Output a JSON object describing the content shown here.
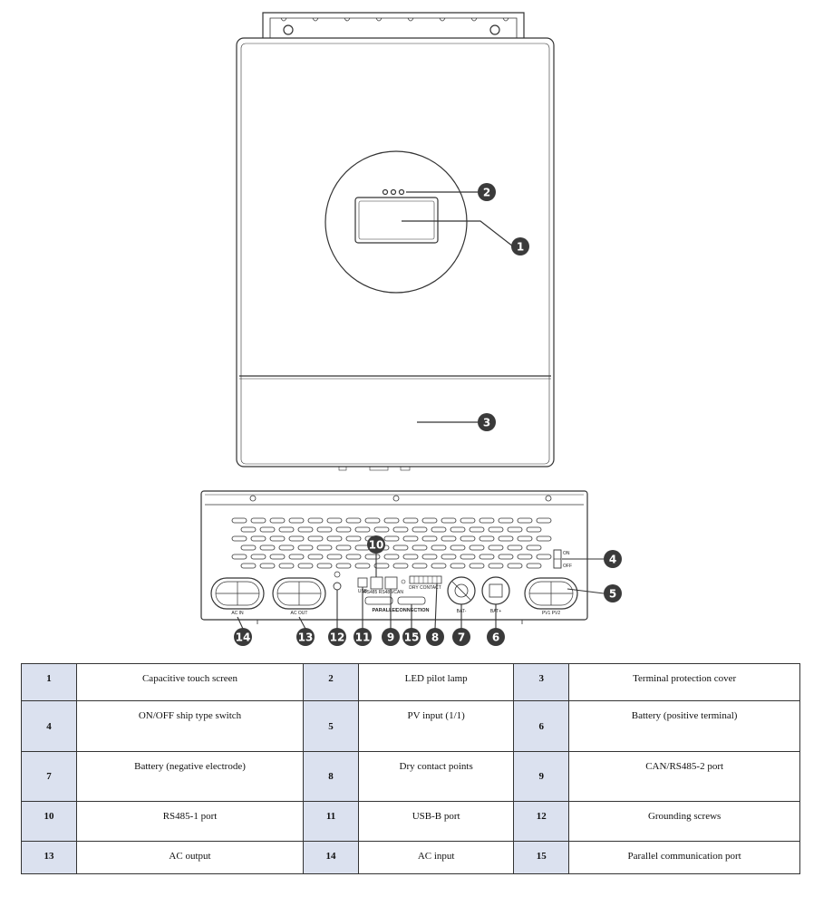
{
  "device": {
    "switch_on_label": "ON",
    "switch_off_label": "OFF",
    "port_labels": {
      "ac_in": "AC IN",
      "ac_out": "AC OUT",
      "parallel": "PARALLEL",
      "connection": "CONNECTION",
      "bat_neg": "BAT-",
      "bat_pos": "BAT+",
      "pv": "PV1  PV2",
      "usb": "USB",
      "rs485_can": "RS485  RS485/CAN",
      "dry_contact": "DRY CONTACT"
    }
  },
  "callouts": [
    "1",
    "2",
    "3",
    "4",
    "5",
    "6",
    "7",
    "8",
    "9",
    "10",
    "11",
    "12",
    "13",
    "14",
    "15"
  ],
  "legend": [
    [
      {
        "num": "1",
        "desc": "Capacitive touch screen"
      },
      {
        "num": "2",
        "desc": "LED pilot lamp"
      },
      {
        "num": "3",
        "desc": "Terminal protection cover"
      }
    ],
    [
      {
        "num": "4",
        "desc": "ON/OFF ship type switch"
      },
      {
        "num": "5",
        "desc": "PV input (1/1)"
      },
      {
        "num": "6",
        "desc": "Battery (positive terminal)"
      }
    ],
    [
      {
        "num": "7",
        "desc": "Battery (negative electrode)"
      },
      {
        "num": "8",
        "desc": "Dry contact points"
      },
      {
        "num": "9",
        "desc": "CAN/RS485-2 port"
      }
    ],
    [
      {
        "num": "10",
        "desc": "RS485-1 port"
      },
      {
        "num": "11",
        "desc": "USB-B port"
      },
      {
        "num": "12",
        "desc": "Grounding screws"
      }
    ],
    [
      {
        "num": "13",
        "desc": "AC output"
      },
      {
        "num": "14",
        "desc": "AC input"
      },
      {
        "num": "15",
        "desc": "Parallel communication port"
      }
    ]
  ]
}
